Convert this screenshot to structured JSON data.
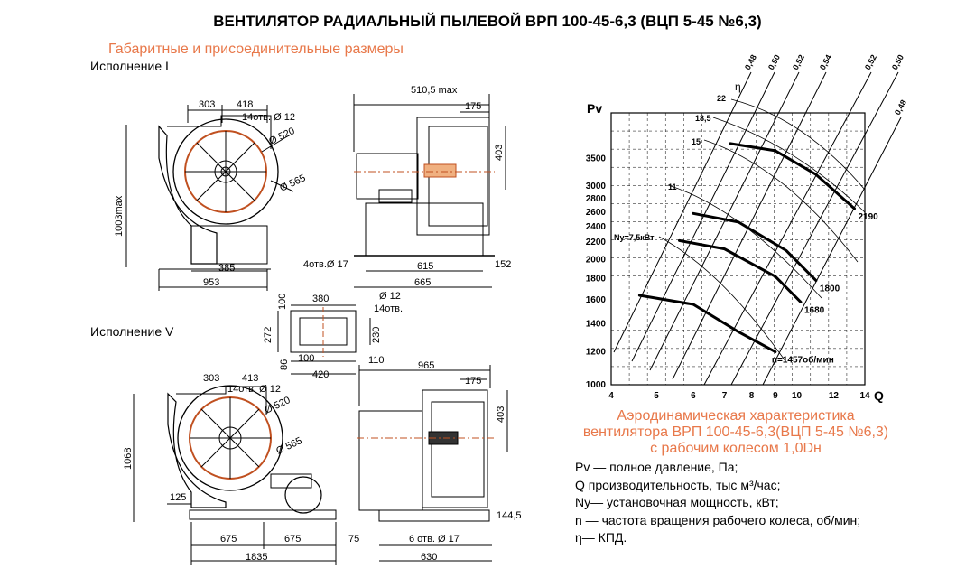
{
  "title": "ВЕНТИЛЯТОР РАДИАЛЬНЫЙ ПЫЛЕВОЙ ВРП 100-45-6,3 (ВЦП 5-45 №6,3)",
  "subtitle": "Габаритные и присоединительные размеры",
  "variant_1": "Исполнение I",
  "variant_5": "Исполнение V",
  "dims": {
    "d303a": "303",
    "d418": "418",
    "holes1": "14отв. Ø 12",
    "d520a": "Ø 520",
    "d565a": "Ø 565",
    "d1003": "1003max",
    "d385": "385",
    "d953": "953",
    "d510": "510,5 max",
    "d175a": "175",
    "d403a": "403",
    "holes17a": "4отв.Ø 17",
    "d615": "615",
    "d152": "152",
    "d665": "665",
    "d380": "380",
    "d100a": "100",
    "d272": "272",
    "d230": "230",
    "d86": "86",
    "d100b": "100",
    "d420": "420",
    "d110": "110",
    "holes12": "Ø 12",
    "holes14": "14отв.",
    "d303b": "303",
    "d413": "413",
    "holes1b": "14отв. Ø 12",
    "d520b": "Ø 520",
    "d565b": "Ø 565",
    "d1068": "1068",
    "d125": "125",
    "d675a": "675",
    "d675b": "675",
    "d75": "75",
    "d1835": "1835",
    "d965": "965",
    "d175b": "175",
    "d403b": "403",
    "d1445": "144,5",
    "holes17b": "6 отв.  Ø 17",
    "d630": "630"
  },
  "chart_data": {
    "type": "line",
    "xlabel": "Q",
    "ylabel": "Pv",
    "x_ticks": [
      4,
      5,
      6,
      7,
      8,
      9,
      10,
      12,
      14
    ],
    "y_ticks": [
      1000,
      1200,
      1400,
      1600,
      1800,
      2000,
      2200,
      2400,
      2600,
      2800,
      3000,
      3500
    ],
    "x_scale": "log",
    "y_scale": "log",
    "xlim": [
      4,
      14
    ],
    "ylim": [
      1000,
      4500
    ],
    "grid": true,
    "series": [
      {
        "name": "2190",
        "points": [
          [
            7.2,
            3800
          ],
          [
            9,
            3650
          ],
          [
            11,
            3200
          ],
          [
            13.3,
            2650
          ]
        ]
      },
      {
        "name": "1800",
        "points": [
          [
            6,
            2580
          ],
          [
            7.5,
            2460
          ],
          [
            9.5,
            2100
          ],
          [
            11,
            1780
          ]
        ]
      },
      {
        "name": "1680",
        "points": [
          [
            5.6,
            2220
          ],
          [
            7,
            2120
          ],
          [
            9,
            1820
          ],
          [
            10.2,
            1580
          ]
        ]
      },
      {
        "name": "n=1457об/мин",
        "points": [
          [
            4.6,
            1640
          ],
          [
            6,
            1560
          ],
          [
            7.5,
            1340
          ],
          [
            9,
            1200
          ]
        ]
      }
    ],
    "efficiency_labels": [
      "0,48",
      "0,50",
      "0,52",
      "0,54",
      "0,52",
      "0,50",
      "0,48"
    ],
    "power_labels": [
      "22",
      "18,5",
      "15",
      "11",
      "Ny=7,5кВт"
    ],
    "eta_symbol": "η"
  },
  "chart_title": [
    "Аэродинамическая характеристика",
    "вентилятора  ВРП 100-45-6,3(ВЦП 5-45 №6,3)",
    "с рабочим колесом 1,0Dн"
  ],
  "legend": [
    "Pv — полное давление, Па;",
    "Q   производительность, тыс м³/час;",
    "Ny— установочная мощность, кВт;",
    "n — частота вращения рабочего колеса,  об/мин;",
    "η— КПД."
  ]
}
